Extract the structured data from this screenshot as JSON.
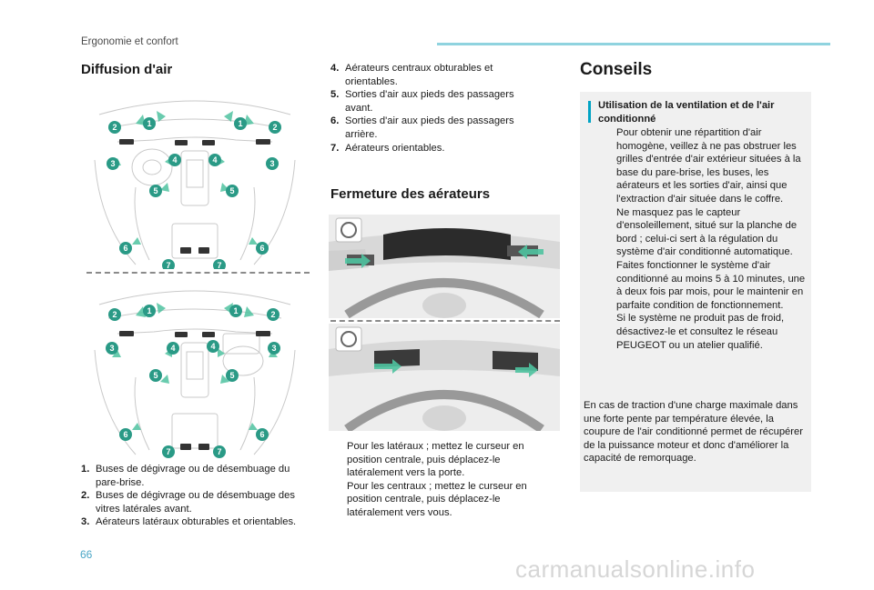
{
  "header": {
    "section": "Ergonomie et confort"
  },
  "left": {
    "heading": "Diffusion d'air",
    "legend": [
      {
        "num": "1.",
        "text": "Buses de dégivrage ou de désembuage du pare-brise."
      },
      {
        "num": "2.",
        "text": "Buses de dégivrage ou de désembuage des vitres latérales avant."
      },
      {
        "num": "3.",
        "text": "Aérateurs latéraux obturables et orientables."
      }
    ],
    "diagram_badges": [
      {
        "n": "1"
      },
      {
        "n": "1"
      },
      {
        "n": "2"
      },
      {
        "n": "2"
      },
      {
        "n": "3"
      },
      {
        "n": "3"
      },
      {
        "n": "4"
      },
      {
        "n": "4"
      },
      {
        "n": "5"
      },
      {
        "n": "5"
      },
      {
        "n": "6"
      },
      {
        "n": "6"
      },
      {
        "n": "7"
      },
      {
        "n": "7"
      }
    ]
  },
  "middle": {
    "legend": [
      {
        "num": "4.",
        "text": "Aérateurs centraux obturables et orientables."
      },
      {
        "num": "5.",
        "text": "Sorties d'air aux pieds des passagers avant."
      },
      {
        "num": "6.",
        "text": "Sorties d'air aux pieds des passagers arrière."
      },
      {
        "num": "7.",
        "text": "Aérateurs orientables."
      }
    ],
    "heading": "Fermeture des aérateurs",
    "bullets": [
      {
        "icon": "",
        "text": "Pour les latéraux ; mettez le curseur en position centrale, puis déplacez-le latéralement vers la porte."
      },
      {
        "icon": "",
        "text": "Pour les centraux ; mettez le curseur en position centrale, puis déplacez-le latéralement vers vous."
      }
    ]
  },
  "right": {
    "heading": "Conseils",
    "tip_title": "Utilisation de la ventilation et de l'air conditionné",
    "tips": [
      {
        "icon": "",
        "text": "Pour obtenir une répartition d'air homogène, veillez à ne pas obstruer les grilles d'entrée d'air extérieur situées à la base du pare-brise, les buses, les aérateurs et les sorties d'air, ainsi que l'extraction d'air située dans le coffre."
      },
      {
        "icon": "",
        "text": "Ne masquez pas le capteur d'ensoleillement, situé sur la planche de bord ; celui-ci sert à la régulation du système d'air conditionné automatique."
      },
      {
        "icon": "",
        "text": "Faites fonctionner le système d'air conditionné au moins 5 à 10 minutes, une à deux fois par mois, pour le maintenir en parfaite condition de fonctionnement."
      },
      {
        "icon": "",
        "text": "Si le système ne produit pas de froid, désactivez-le et consultez le réseau PEUGEOT ou un atelier qualifié."
      }
    ],
    "paragraph": "En cas de traction d'une charge maximale dans une forte pente par température élevée, la coupure de l'air conditionné permet de récupérer de la puissance moteur et donc d'améliorer la capacité de remorquage."
  },
  "footer": {
    "page_number": "66",
    "watermark": "carmanualsonline.info"
  },
  "colors": {
    "accent": "#00a3c4",
    "badge": "#2a9a86",
    "arrow": "#4fc3a0",
    "bar": "#8fd3df"
  }
}
